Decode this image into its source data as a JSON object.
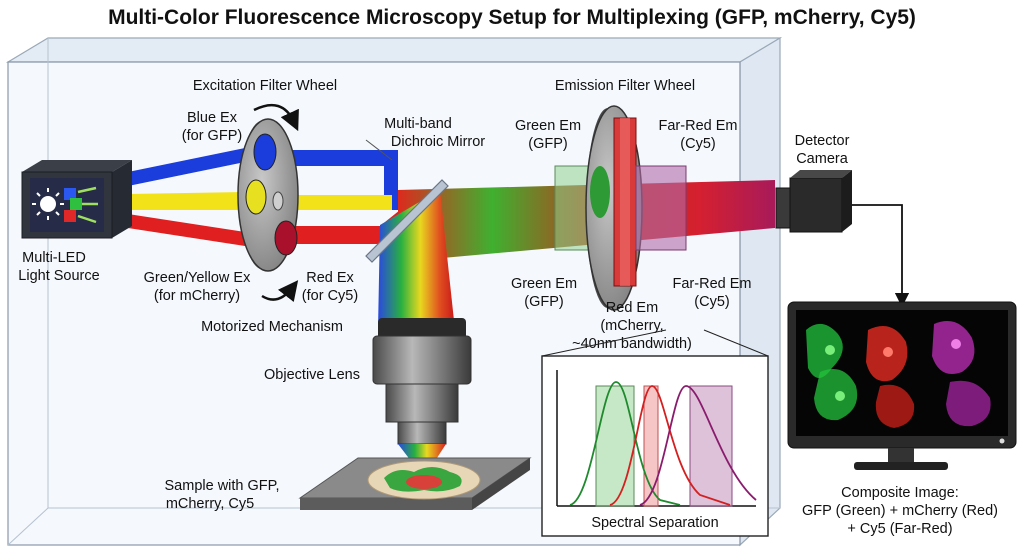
{
  "title": "Multi-Color Fluorescence Microscopy Setup for Multiplexing (GFP, mCherry, Cy5)",
  "light_source": {
    "line1": "Multi-LED",
    "line2": "Light Source"
  },
  "excitation_wheel": {
    "title": "Excitation Filter Wheel",
    "blue": {
      "line1": "Blue Ex",
      "line2": "(for GFP)"
    },
    "green": {
      "line1": "Green/Yellow Ex",
      "line2": "(for mCherry)"
    },
    "red": {
      "line1": "Red Ex",
      "line2": "(for Cy5)"
    },
    "mechanism": "Motorized Mechanism"
  },
  "dichroic": {
    "line1": "Multi-band",
    "line2": "Dichroic Mirror"
  },
  "emission_wheel": {
    "title": "Emission Filter Wheel",
    "green_top": {
      "line1": "Green Em",
      "line2": "(GFP)"
    },
    "farred_top": {
      "line1": "Far-Red Em",
      "line2": "(Cy5)"
    },
    "green_bottom": {
      "line1": "Green Em",
      "line2": "(GFP)"
    },
    "farred_bottom": {
      "line1": "Far-Red Em",
      "line2": "(Cy5)"
    },
    "red": {
      "line1": "Red Em",
      "line2": "(mCherry,",
      "line3": "~40nm bandwidth)"
    }
  },
  "detector": {
    "line1": "Detector",
    "line2": "Camera"
  },
  "objective": "Objective Lens",
  "sample": {
    "line1": "Sample with GFP,",
    "line2": "mCherry, Cy5"
  },
  "spectral_caption": "Spectral Separation",
  "composite": {
    "line1": "Composite Image:",
    "line2": "GFP (Green) + mCherry (Red)",
    "line3": "+ Cy5 (Far-Red)"
  },
  "colors": {
    "gfp": "#1f8a2e",
    "mcherry": "#d42020",
    "cy5": "#8a1c6e",
    "blue": "#1a3ddb",
    "yellow": "#f1e21a"
  }
}
